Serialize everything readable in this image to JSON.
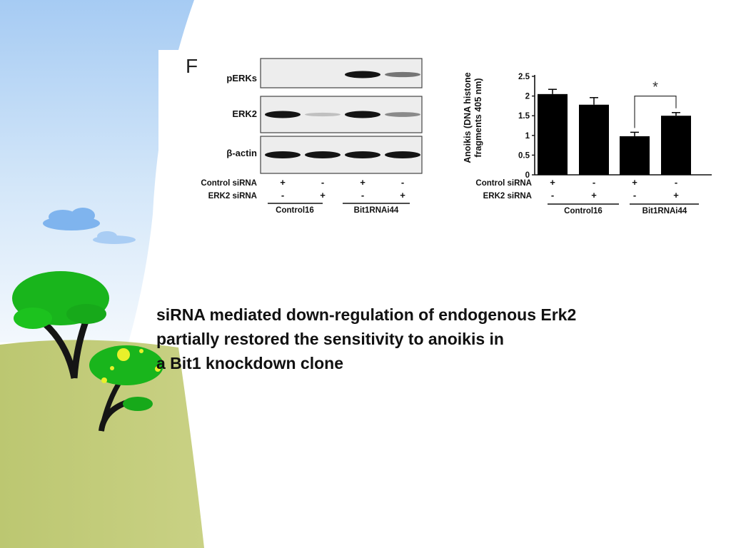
{
  "figure_letter": "F",
  "blot": {
    "rows": [
      {
        "label": "pERKs",
        "intensity": [
          0,
          0,
          1.0,
          0.55
        ]
      },
      {
        "label": "ERK2",
        "intensity": [
          1.0,
          0.2,
          1.0,
          0.45
        ]
      },
      {
        "label": "β-actin",
        "intensity": [
          1.0,
          1.0,
          1.0,
          1.0
        ]
      }
    ],
    "treatments": [
      {
        "label": "Control siRNA",
        "signs": [
          "+",
          "-",
          "+",
          "-"
        ]
      },
      {
        "label": "ERK2 siRNA",
        "signs": [
          "-",
          "+",
          "-",
          "+"
        ]
      }
    ],
    "groups": [
      "Control16",
      "Bit1RNAi44"
    ]
  },
  "caption": {
    "lines": [
      "siRNA mediated down-regulation of endogenous Erk2",
      "partially restored the sensitivity to anoikis in",
      "a Bit1 knockdown clone"
    ]
  },
  "chart_data": {
    "type": "bar",
    "ylabel_line1": "Anoikis (DNA histone",
    "ylabel_line2": "fragments 405 nm)",
    "ylim": [
      0,
      2.5
    ],
    "yticks": [
      "0",
      "0.5",
      "1",
      "1.5",
      "2",
      "2.5"
    ],
    "values": [
      2.05,
      1.78,
      0.98,
      1.5
    ],
    "errors": [
      0.12,
      0.18,
      0.1,
      0.08
    ],
    "significance_marker": "*",
    "grid": false,
    "treatments": [
      {
        "label": "Control siRNA",
        "signs": [
          "+",
          "-",
          "+",
          "-"
        ]
      },
      {
        "label": "ERK2 siRNA",
        "signs": [
          "-",
          "+",
          "-",
          "+"
        ]
      }
    ],
    "groups": [
      "Control16",
      "Bit1RNAi44"
    ]
  },
  "colors": {
    "sky_top": "#a9cdf2",
    "grass": "#c3cd7a",
    "tree_green": "#19b51c",
    "trunk": "#151515",
    "text": "#111111"
  }
}
